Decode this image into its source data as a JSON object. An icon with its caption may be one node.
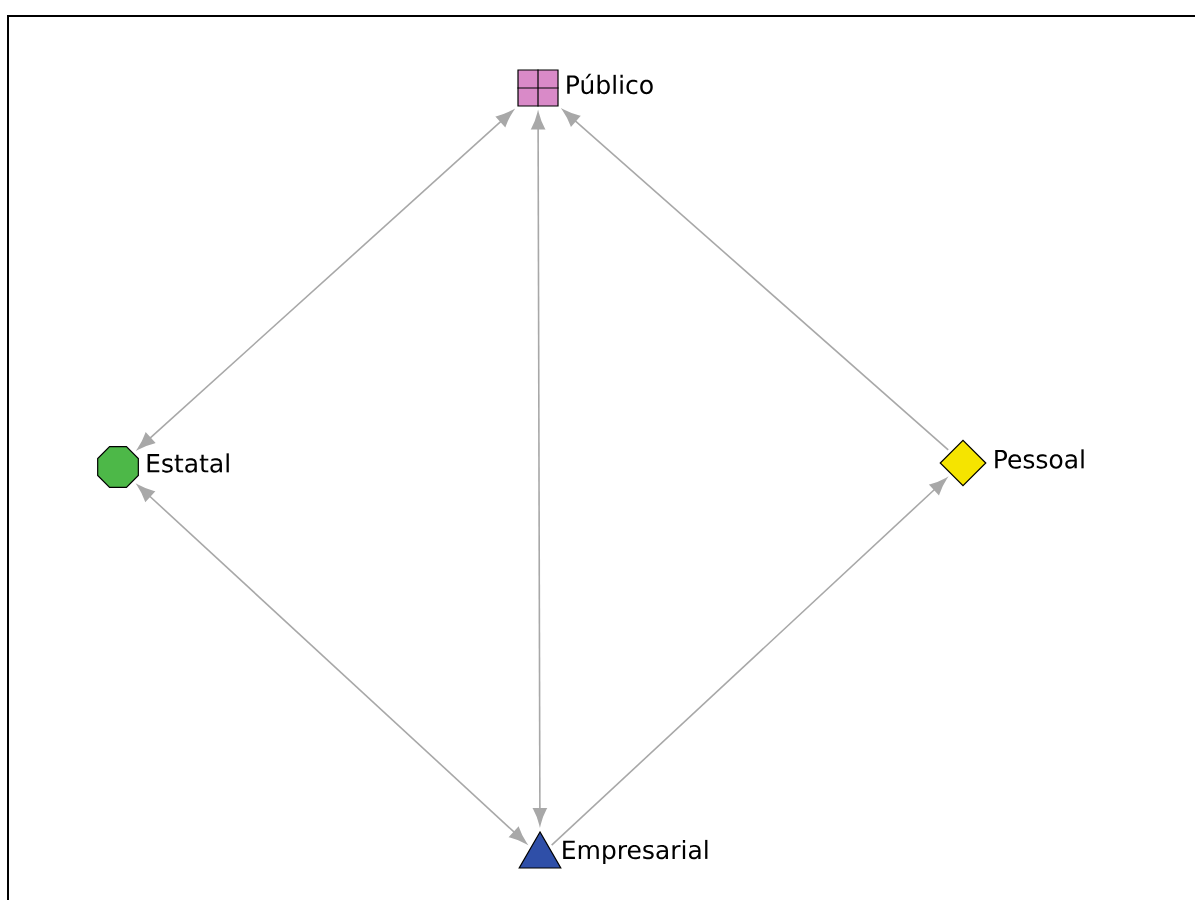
{
  "diagram": {
    "nodes": [
      {
        "text": [],
        "shape": "box",
        "beside": [
          "Público"
        ]
      },
      {
        "text": [],
        "shape": "octagon",
        "beside": [
          "Estatal"
        ]
      },
      {
        "text": [],
        "shape": "diamond",
        "beside": [
          "Pessoal"
        ]
      },
      {
        "text": [],
        "shape": "triangle",
        "beside": [
          "Empresarial"
        ]
      }
    ],
    "edges": [
      {
        "from": 1,
        "to": 0,
        "arrow": "both"
      },
      {
        "from": 3,
        "to": 0,
        "arrow": "both"
      },
      {
        "from": 2,
        "to": 0,
        "arrow": "to"
      },
      {
        "from": 1,
        "to": 3,
        "arrow": "both"
      },
      {
        "from": 3,
        "to": 2,
        "arrow": "to"
      }
    ]
  }
}
